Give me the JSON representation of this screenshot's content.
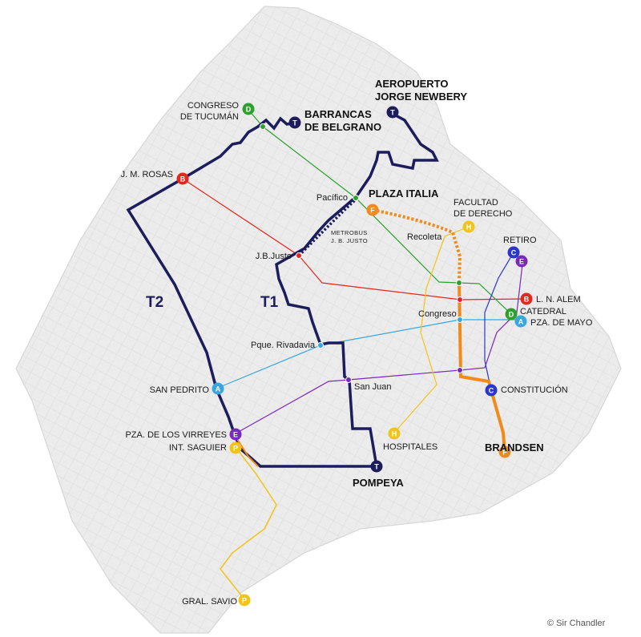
{
  "colors": {
    "T": "#1d1d5e",
    "A": "#3aa6e0",
    "B": "#e5261c",
    "C": "#2a37c8",
    "D": "#2ea02e",
    "E": "#7a2ab8",
    "F": "#f08a1a",
    "H": "#f2c418",
    "P": "#f2c418"
  },
  "tram_lines": {
    "t1": "T1",
    "t2": "T2",
    "metrobus": [
      "METROBUS",
      "J. B. JUSTO"
    ]
  },
  "badges": {
    "aeroparque": "T",
    "barrancas": "T",
    "pompeya": "T",
    "congreso_tucuman": "D",
    "jm_rosas": "B",
    "plaza_italia": "F",
    "facultad": "H",
    "retiro_c": "C",
    "retiro_e": "E",
    "alem": "B",
    "catedral": "D",
    "plaza_mayo": "A",
    "san_pedrito": "A",
    "constitucion": "C",
    "brandsen": "F",
    "virreyes": "E",
    "saguier": "P",
    "hospitales": "H",
    "savio": "P"
  },
  "labels": {
    "aeroparque_1": "AEROPUERTO",
    "aeroparque_2": "JORGE NEWBERY",
    "barrancas_1": "BARRANCAS",
    "barrancas_2": "DE BELGRANO",
    "congreso_tucuman_1": "CONGRESO",
    "congreso_tucuman_2": "DE TUCUMÁN",
    "jm_rosas": "J. M. ROSAS",
    "pacifico": "Pacífico",
    "plaza_italia": "PLAZA ITALIA",
    "facultad_1": "FACULTAD",
    "facultad_2": "DE DERECHO",
    "recoleta": "Recoleta",
    "retiro": "RETIRO",
    "jb_justo": "J.B.Justo",
    "alem": "L. N. ALEM",
    "catedral": "CATEDRAL",
    "congreso": "Congreso",
    "plaza_mayo": "PZA. DE MAYO",
    "rivadavia": "Pque. Rivadavia",
    "san_juan": "San Juan",
    "constitucion": "CONSTITUCIÓN",
    "san_pedrito": "SAN PEDRITO",
    "virreyes": "PZA. DE LOS VIRREYES",
    "saguier": "INT. SAGUIER",
    "hospitales": "HOSPITALES",
    "brandsen": "BRANDSEN",
    "pompeya": "POMPEYA",
    "savio": "GRAL.  SAVIO"
  },
  "credit": "© Sir Chandler"
}
